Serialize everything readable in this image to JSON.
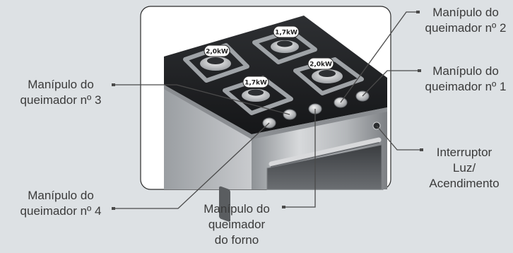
{
  "burner_badges": {
    "b_back_left": "2,0kW",
    "b_back_right": "1,7kW",
    "b_front_left": "1,7kW",
    "b_front_right": "2,0kW"
  },
  "labels": {
    "knob_2": {
      "line1": "Manípulo do",
      "line2": "queimador nº 2"
    },
    "knob_1": {
      "line1": "Manípulo do",
      "line2": "queimador nº 1"
    },
    "knob_3": {
      "line1": "Manípulo do",
      "line2": "queimador nº 3"
    },
    "knob_4": {
      "line1": "Manípulo do",
      "line2": "queimador nº 4"
    },
    "switch": {
      "line1": "Interruptor",
      "line2": "Luz/",
      "line3": "Acendimento"
    },
    "oven": {
      "line1": "Manípulo do",
      "line2": "queimador",
      "line3": "do forno"
    }
  },
  "colors": {
    "background": "#dde1e4",
    "panel": "#ffffff",
    "leader_line": "#4a4a4a",
    "cooktop": "#222426",
    "steel": "#b9bcbf"
  }
}
